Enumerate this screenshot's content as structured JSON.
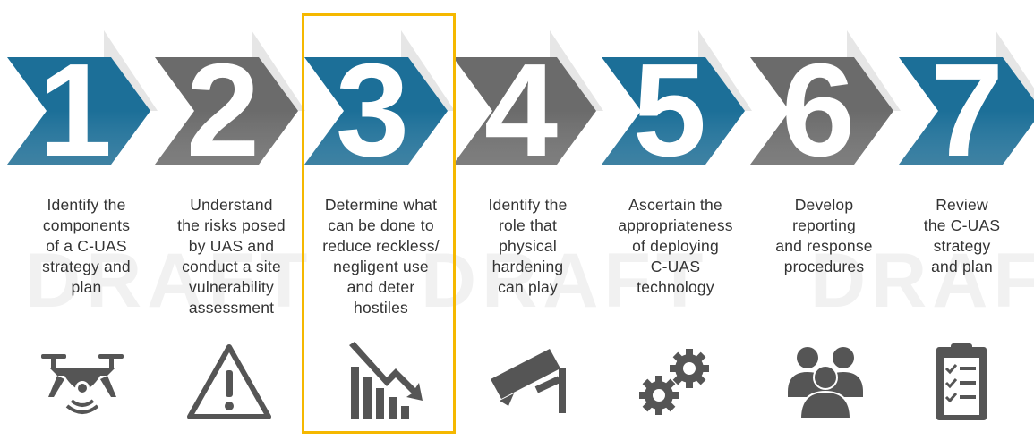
{
  "colors": {
    "blue": "#1c6f98",
    "gray": "#6b6b6b",
    "highlight": "#f5b800",
    "icon": "#555555"
  },
  "watermark": [
    "DRAFT",
    "DRAFT",
    "DRAFT"
  ],
  "steps": [
    {
      "number": "1",
      "color": "blue",
      "lines": [
        "Identify the",
        "components",
        "of a C-UAS",
        "strategy and",
        "plan"
      ],
      "icon": "drone-icon"
    },
    {
      "number": "2",
      "color": "gray",
      "lines": [
        "Understand",
        "the risks posed",
        "by UAS and",
        "conduct a site",
        "vulnerability",
        "assessment"
      ],
      "icon": "warning-triangle-icon"
    },
    {
      "number": "3",
      "color": "blue",
      "lines": [
        "Determine what",
        "can be done to",
        "reduce reckless/",
        "negligent use",
        "and deter",
        "hostiles"
      ],
      "icon": "declining-bar-chart-icon",
      "highlighted": true
    },
    {
      "number": "4",
      "color": "gray",
      "lines": [
        "Identify the",
        "role that",
        "physical",
        "hardening",
        "can play"
      ],
      "icon": "security-camera-icon"
    },
    {
      "number": "5",
      "color": "blue",
      "lines": [
        "Ascertain the",
        "appropriateness",
        "of deploying",
        "C-UAS",
        "technology"
      ],
      "icon": "gears-icon"
    },
    {
      "number": "6",
      "color": "gray",
      "lines": [
        "Develop",
        "reporting",
        "and response",
        "procedures"
      ],
      "icon": "people-group-icon"
    },
    {
      "number": "7",
      "color": "blue",
      "lines": [
        "Review",
        "the C-UAS",
        "strategy",
        "and plan"
      ],
      "icon": "checklist-clipboard-icon"
    }
  ]
}
